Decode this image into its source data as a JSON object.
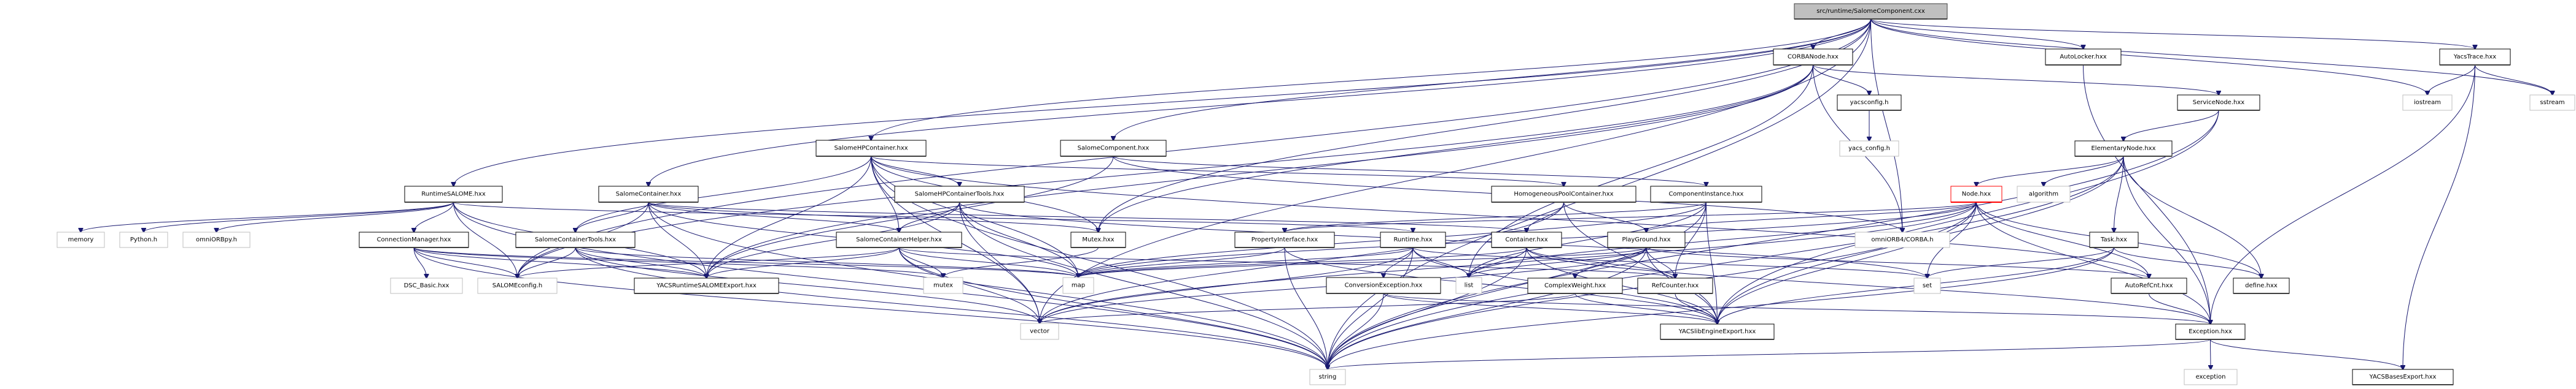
{
  "title": "src/runtime/SalomeComponent.cxx include dependency graph",
  "colors": {
    "edge": "#191970",
    "root_fill": "#bfbfbf",
    "root_border": "#404040",
    "doc_border": "#000000",
    "ext_border": "#bfbfbf",
    "highlight_border": "#ff0000",
    "text": "#000000"
  },
  "nodes": [
    {
      "id": "root",
      "label": "src/runtime/SalomeComponent.cxx",
      "kind": "root"
    },
    {
      "id": "CORBANode",
      "label": "CORBANode.hxx",
      "kind": "doc"
    },
    {
      "id": "AutoLocker",
      "label": "AutoLocker.hxx",
      "kind": "doc"
    },
    {
      "id": "YacsTrace",
      "label": "YacsTrace.hxx",
      "kind": "doc"
    },
    {
      "id": "yacsconfig",
      "label": "yacsconfig.h",
      "kind": "doc"
    },
    {
      "id": "ServiceNode",
      "label": "ServiceNode.hxx",
      "kind": "doc"
    },
    {
      "id": "iostream",
      "label": "iostream",
      "kind": "ext"
    },
    {
      "id": "sstream",
      "label": "sstream",
      "kind": "ext"
    },
    {
      "id": "yacs_config",
      "label": "yacs_config.h",
      "kind": "ext"
    },
    {
      "id": "SalomeHPContainer",
      "label": "SalomeHPContainer.hxx",
      "kind": "doc"
    },
    {
      "id": "SalomeComponent",
      "label": "SalomeComponent.hxx",
      "kind": "doc"
    },
    {
      "id": "ElementaryNode",
      "label": "ElementaryNode.hxx",
      "kind": "doc"
    },
    {
      "id": "RuntimeSALOME",
      "label": "RuntimeSALOME.hxx",
      "kind": "doc"
    },
    {
      "id": "SalomeContainer",
      "label": "SalomeContainer.hxx",
      "kind": "doc"
    },
    {
      "id": "SalomeHPContainerTools",
      "label": "SalomeHPContainerTools.hxx",
      "kind": "doc"
    },
    {
      "id": "HomogeneousPoolContainer",
      "label": "HomogeneousPoolContainer.hxx",
      "kind": "doc"
    },
    {
      "id": "ComponentInstance",
      "label": "ComponentInstance.hxx",
      "kind": "doc"
    },
    {
      "id": "Node",
      "label": "Node.hxx",
      "kind": "highlight"
    },
    {
      "id": "algorithm",
      "label": "algorithm",
      "kind": "ext"
    },
    {
      "id": "memory",
      "label": "memory",
      "kind": "ext"
    },
    {
      "id": "Python",
      "label": "Python.h",
      "kind": "ext"
    },
    {
      "id": "omniORBpy",
      "label": "omniORBpy.h",
      "kind": "ext"
    },
    {
      "id": "ConnectionManager",
      "label": "ConnectionManager.hxx",
      "kind": "doc"
    },
    {
      "id": "SalomeContainerTools",
      "label": "SalomeContainerTools.hxx",
      "kind": "doc"
    },
    {
      "id": "SalomeContainerHelper",
      "label": "SalomeContainerHelper.hxx",
      "kind": "doc"
    },
    {
      "id": "Mutex",
      "label": "Mutex.hxx",
      "kind": "doc"
    },
    {
      "id": "PropertyInterface",
      "label": "PropertyInterface.hxx",
      "kind": "doc"
    },
    {
      "id": "Runtime",
      "label": "Runtime.hxx",
      "kind": "doc"
    },
    {
      "id": "Container",
      "label": "Container.hxx",
      "kind": "doc"
    },
    {
      "id": "PlayGround",
      "label": "PlayGround.hxx",
      "kind": "doc"
    },
    {
      "id": "omniORB4CORBA",
      "label": "omniORB4/CORBA.h",
      "kind": "ext"
    },
    {
      "id": "Task",
      "label": "Task.hxx",
      "kind": "doc"
    },
    {
      "id": "DSC_Basic",
      "label": "DSC_Basic.hxx",
      "kind": "ext"
    },
    {
      "id": "SALOMEconfig",
      "label": "SALOMEconfig.h",
      "kind": "ext"
    },
    {
      "id": "YACSRuntimeSALOMEExport",
      "label": "YACSRuntimeSALOMEExport.hxx",
      "kind": "doc"
    },
    {
      "id": "mutex",
      "label": "mutex",
      "kind": "ext"
    },
    {
      "id": "map",
      "label": "map",
      "kind": "ext"
    },
    {
      "id": "ConversionException",
      "label": "ConversionException.hxx",
      "kind": "doc"
    },
    {
      "id": "list",
      "label": "list",
      "kind": "ext"
    },
    {
      "id": "ComplexWeight",
      "label": "ComplexWeight.hxx",
      "kind": "doc"
    },
    {
      "id": "RefCounter",
      "label": "RefCounter.hxx",
      "kind": "doc"
    },
    {
      "id": "set",
      "label": "set",
      "kind": "ext"
    },
    {
      "id": "AutoRefCnt",
      "label": "AutoRefCnt.hxx",
      "kind": "doc"
    },
    {
      "id": "define",
      "label": "define.hxx",
      "kind": "doc"
    },
    {
      "id": "vector",
      "label": "vector",
      "kind": "ext"
    },
    {
      "id": "YACSlibEngineExport",
      "label": "YACSlibEngineExport.hxx",
      "kind": "doc"
    },
    {
      "id": "Exception",
      "label": "Exception.hxx",
      "kind": "doc"
    },
    {
      "id": "string",
      "label": "string",
      "kind": "ext"
    },
    {
      "id": "exception",
      "label": "exception",
      "kind": "ext"
    },
    {
      "id": "YACSBasesExport",
      "label": "YACSBasesExport.hxx",
      "kind": "doc"
    }
  ],
  "edges": [
    [
      "root",
      "CORBANode"
    ],
    [
      "root",
      "AutoLocker"
    ],
    [
      "root",
      "YacsTrace"
    ],
    [
      "root",
      "iostream"
    ],
    [
      "root",
      "sstream"
    ],
    [
      "root",
      "omniORB4CORBA"
    ],
    [
      "root",
      "SalomeHPContainer"
    ],
    [
      "root",
      "SalomeComponent"
    ],
    [
      "root",
      "RuntimeSALOME"
    ],
    [
      "root",
      "SalomeContainer"
    ],
    [
      "root",
      "Mutex"
    ],
    [
      "root",
      "string"
    ],
    [
      "root",
      "SALOMEconfig"
    ],
    [
      "root",
      "vector"
    ],
    [
      "CORBANode",
      "yacsconfig"
    ],
    [
      "CORBANode",
      "ServiceNode"
    ],
    [
      "CORBANode",
      "omniORB4CORBA"
    ],
    [
      "CORBANode",
      "YACSRuntimeSALOMEExport"
    ],
    [
      "CORBANode",
      "list"
    ],
    [
      "CORBANode",
      "Mutex"
    ],
    [
      "CORBANode",
      "SALOMEconfig"
    ],
    [
      "yacsconfig",
      "yacs_config"
    ],
    [
      "AutoLocker",
      "Exception"
    ],
    [
      "YacsTrace",
      "iostream"
    ],
    [
      "YacsTrace",
      "sstream"
    ],
    [
      "YacsTrace",
      "Exception"
    ],
    [
      "YacsTrace",
      "YACSBasesExport"
    ],
    [
      "ServiceNode",
      "ElementaryNode"
    ],
    [
      "ServiceNode",
      "YACSlibEngineExport"
    ],
    [
      "ServiceNode",
      "string"
    ],
    [
      "ElementaryNode",
      "Node"
    ],
    [
      "ElementaryNode",
      "Task"
    ],
    [
      "ElementaryNode",
      "define"
    ],
    [
      "ElementaryNode",
      "algorithm"
    ],
    [
      "ElementaryNode",
      "YACSlibEngineExport"
    ],
    [
      "ElementaryNode",
      "Exception"
    ],
    [
      "ElementaryNode",
      "string"
    ],
    [
      "SalomeHPContainer",
      "SalomeHPContainerTools"
    ],
    [
      "SalomeHPContainer",
      "SalomeContainerHelper"
    ],
    [
      "SalomeHPContainer",
      "HomogeneousPoolContainer"
    ],
    [
      "SalomeHPContainer",
      "YACSRuntimeSALOMEExport"
    ],
    [
      "SalomeHPContainer",
      "Mutex"
    ],
    [
      "SalomeHPContainer",
      "AutoRefCnt"
    ],
    [
      "SalomeHPContainer",
      "map"
    ],
    [
      "SalomeHPContainer",
      "vector"
    ],
    [
      "SalomeHPContainer",
      "string"
    ],
    [
      "SalomeHPContainer",
      "SalomeContainerTools"
    ],
    [
      "SalomeComponent",
      "ComponentInstance"
    ],
    [
      "SalomeComponent",
      "YACSRuntimeSALOMEExport"
    ],
    [
      "SalomeComponent",
      "omniORB4CORBA"
    ],
    [
      "RuntimeSALOME",
      "memory"
    ],
    [
      "RuntimeSALOME",
      "Python"
    ],
    [
      "RuntimeSALOME",
      "omniORBpy"
    ],
    [
      "RuntimeSALOME",
      "ConnectionManager"
    ],
    [
      "RuntimeSALOME",
      "YACSRuntimeSALOMEExport"
    ],
    [
      "RuntimeSALOME",
      "Runtime"
    ],
    [
      "RuntimeSALOME",
      "SALOMEconfig"
    ],
    [
      "RuntimeSALOME",
      "string"
    ],
    [
      "SalomeContainer",
      "SalomeContainerTools"
    ],
    [
      "SalomeContainer",
      "SalomeContainerHelper"
    ],
    [
      "SalomeContainer",
      "YACSRuntimeSALOMEExport"
    ],
    [
      "SalomeContainer",
      "Container"
    ],
    [
      "SalomeContainer",
      "Mutex"
    ],
    [
      "SalomeContainer",
      "map"
    ],
    [
      "SalomeContainer",
      "string"
    ],
    [
      "SalomeContainer",
      "SALOMEconfig"
    ],
    [
      "SalomeHPContainerTools",
      "SalomeContainerHelper"
    ],
    [
      "SalomeHPContainerTools",
      "YACSRuntimeSALOMEExport"
    ],
    [
      "SalomeHPContainerTools",
      "map"
    ],
    [
      "SalomeHPContainerTools",
      "vector"
    ],
    [
      "SalomeHPContainerTools",
      "string"
    ],
    [
      "SalomeHPContainerTools",
      "set"
    ],
    [
      "HomogeneousPoolContainer",
      "Container"
    ],
    [
      "HomogeneousPoolContainer",
      "PlayGround"
    ],
    [
      "HomogeneousPoolContainer",
      "YACSlibEngineExport"
    ],
    [
      "HomogeneousPoolContainer",
      "vector"
    ],
    [
      "ComponentInstance",
      "PropertyInterface"
    ],
    [
      "ComponentInstance",
      "RefCounter"
    ],
    [
      "ComponentInstance",
      "YACSlibEngineExport"
    ],
    [
      "ComponentInstance",
      "list"
    ],
    [
      "ComponentInstance",
      "string"
    ],
    [
      "ComponentInstance",
      "map"
    ],
    [
      "Node",
      "PlayGround"
    ],
    [
      "Node",
      "PropertyInterface"
    ],
    [
      "Node",
      "set"
    ],
    [
      "Node",
      "list"
    ],
    [
      "Node",
      "map"
    ],
    [
      "Node",
      "vector"
    ],
    [
      "Node",
      "YACSlibEngineExport"
    ],
    [
      "Node",
      "define"
    ],
    [
      "Node",
      "Exception"
    ],
    [
      "Node",
      "string"
    ],
    [
      "Node",
      "AutoRefCnt"
    ],
    [
      "ConnectionManager",
      "DSC_Basic"
    ],
    [
      "ConnectionManager",
      "SALOMEconfig"
    ],
    [
      "ConnectionManager",
      "YACSRuntimeSALOMEExport"
    ],
    [
      "ConnectionManager",
      "map"
    ],
    [
      "ConnectionManager",
      "string"
    ],
    [
      "ConnectionManager",
      "mutex"
    ],
    [
      "SalomeContainerTools",
      "SALOMEconfig"
    ],
    [
      "SalomeContainerTools",
      "YACSRuntimeSALOMEExport"
    ],
    [
      "SalomeContainerTools",
      "map"
    ],
    [
      "SalomeContainerTools",
      "string"
    ],
    [
      "SalomeContainerTools",
      "vector"
    ],
    [
      "SalomeContainerHelper",
      "YACSRuntimeSALOMEExport"
    ],
    [
      "SalomeContainerHelper",
      "SALOMEconfig"
    ],
    [
      "SalomeContainerHelper",
      "mutex"
    ],
    [
      "SalomeContainerHelper",
      "map"
    ],
    [
      "SalomeContainerHelper",
      "string"
    ],
    [
      "SalomeContainerHelper",
      "vector"
    ],
    [
      "SalomeContainerHelper",
      "RefCounter"
    ],
    [
      "Mutex",
      "mutex"
    ],
    [
      "PropertyInterface",
      "YACSlibEngineExport"
    ],
    [
      "PropertyInterface",
      "map"
    ],
    [
      "PropertyInterface",
      "string"
    ],
    [
      "Runtime",
      "ConversionException"
    ],
    [
      "Runtime",
      "list"
    ],
    [
      "Runtime",
      "map"
    ],
    [
      "Runtime",
      "vector"
    ],
    [
      "Runtime",
      "string"
    ],
    [
      "Runtime",
      "set"
    ],
    [
      "Runtime",
      "YACSlibEngineExport"
    ],
    [
      "Container",
      "RefCounter"
    ],
    [
      "Container",
      "list"
    ],
    [
      "Container",
      "map"
    ],
    [
      "Container",
      "YACSlibEngineExport"
    ],
    [
      "Container",
      "string"
    ],
    [
      "Container",
      "Exception"
    ],
    [
      "PlayGround",
      "ComplexWeight"
    ],
    [
      "PlayGround",
      "RefCounter"
    ],
    [
      "PlayGround",
      "YACSlibEngineExport"
    ],
    [
      "PlayGround",
      "map"
    ],
    [
      "PlayGround",
      "vector"
    ],
    [
      "PlayGround",
      "string"
    ],
    [
      "PlayGround",
      "AutoRefCnt"
    ],
    [
      "PlayGround",
      "list"
    ],
    [
      "Task",
      "set"
    ],
    [
      "Task",
      "define"
    ],
    [
      "Task",
      "YACSlibEngineExport"
    ],
    [
      "Task",
      "string"
    ],
    [
      "ConversionException",
      "Exception"
    ],
    [
      "ConversionException",
      "YACSlibEngineExport"
    ],
    [
      "ConversionException",
      "string"
    ],
    [
      "ComplexWeight",
      "YACSlibEngineExport"
    ],
    [
      "ComplexWeight",
      "vector"
    ],
    [
      "RefCounter",
      "YACSlibEngineExport"
    ],
    [
      "AutoRefCnt",
      "Exception"
    ],
    [
      "Exception",
      "exception"
    ],
    [
      "Exception",
      "YACSBasesExport"
    ],
    [
      "Exception",
      "string"
    ]
  ]
}
